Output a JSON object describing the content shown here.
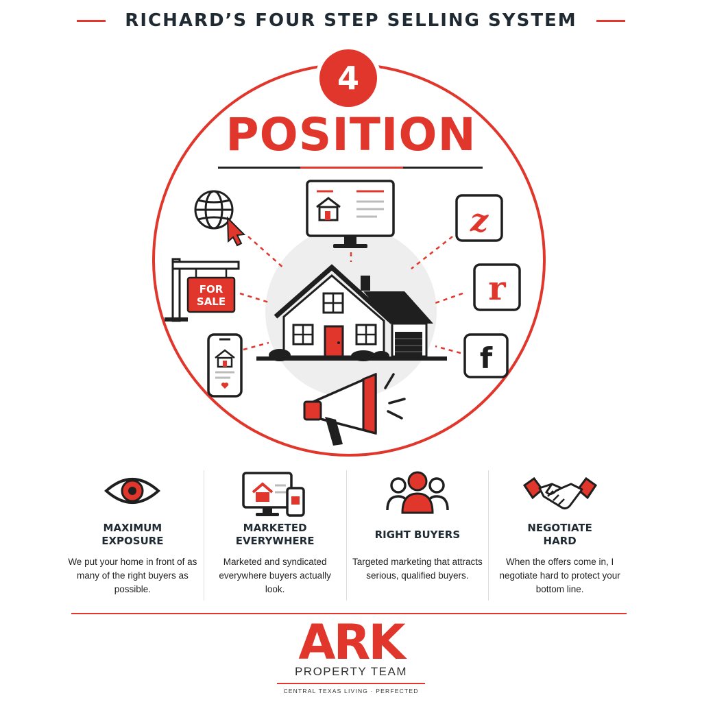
{
  "header": {
    "title": "RICHARD’S FOUR STEP SELLING SYSTEM"
  },
  "step": {
    "number": "4",
    "name": "POSITION"
  },
  "colors": {
    "accent": "#e0362b",
    "dark": "#1f2a33"
  },
  "scene_icons": {
    "sign": {
      "line1": "FOR",
      "line2": "SALE"
    },
    "zillow": "z",
    "realtor": "r",
    "facebook": "f"
  },
  "pillars": [
    {
      "icon": "eye-icon",
      "title": "MAXIMUM EXPOSURE",
      "desc": "We put your home in front of as many of the right buyers as possible."
    },
    {
      "icon": "devices-icon",
      "title": "MARKETED EVERYWHERE",
      "desc": "Marketed and syndicated everywhere buyers actually look."
    },
    {
      "icon": "people-icon",
      "title": "RIGHT BUYERS",
      "desc": "Targeted marketing that attracts serious, qualified buyers."
    },
    {
      "icon": "handshake-icon",
      "title": "NEGOTIATE HARD",
      "desc": "When the offers come in, I negotiate hard to protect your bottom line."
    }
  ],
  "brand": {
    "name": "ARK",
    "sub": "PROPERTY TEAM",
    "tagline": "CENTRAL TEXAS LIVING · PERFECTED"
  }
}
